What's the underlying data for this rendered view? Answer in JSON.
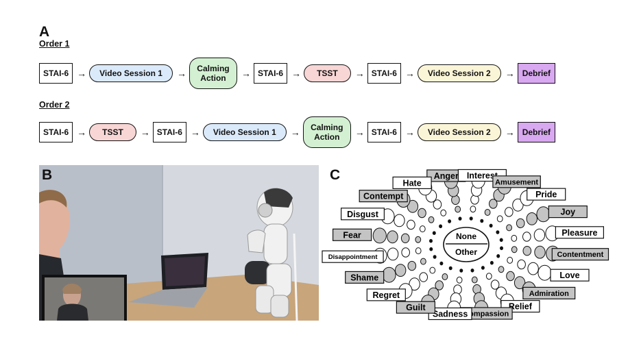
{
  "panels": {
    "a": "A",
    "b": "B",
    "c": "C"
  },
  "flow": {
    "order1": {
      "title": "Order 1",
      "steps": [
        {
          "label": "STAI-6",
          "kind": "stai"
        },
        {
          "label": "Video Session 1",
          "kind": "video"
        },
        {
          "label": "Calming Action",
          "kind": "calm"
        },
        {
          "label": "STAI-6",
          "kind": "stai"
        },
        {
          "label": "TSST",
          "kind": "tsst"
        },
        {
          "label": "STAI-6",
          "kind": "stai"
        },
        {
          "label": "Video Session 2",
          "kind": "video2"
        },
        {
          "label": "Debrief",
          "kind": "debrief"
        }
      ]
    },
    "order2": {
      "title": "Order 2",
      "steps": [
        {
          "label": "STAI-6",
          "kind": "stai"
        },
        {
          "label": "TSST",
          "kind": "tsst"
        },
        {
          "label": "STAI-6",
          "kind": "stai"
        },
        {
          "label": "Video Session 1",
          "kind": "video"
        },
        {
          "label": "Calming Action",
          "kind": "calm"
        },
        {
          "label": "STAI-6",
          "kind": "stai"
        },
        {
          "label": "Video Session 2",
          "kind": "video2"
        },
        {
          "label": "Debrief",
          "kind": "debrief"
        }
      ]
    },
    "arrow_glyph": "→"
  },
  "wheel": {
    "center_top": "None",
    "center_bottom": "Other",
    "emotions": [
      {
        "label": "Anger",
        "shaded": true
      },
      {
        "label": "Interest",
        "shaded": false
      },
      {
        "label": "Amusement",
        "shaded": true
      },
      {
        "label": "Pride",
        "shaded": false
      },
      {
        "label": "Joy",
        "shaded": true
      },
      {
        "label": "Pleasure",
        "shaded": false
      },
      {
        "label": "Contentment",
        "shaded": true
      },
      {
        "label": "Love",
        "shaded": false
      },
      {
        "label": "Admiration",
        "shaded": true
      },
      {
        "label": "Relief",
        "shaded": false
      },
      {
        "label": "Compassion",
        "shaded": true
      },
      {
        "label": "Sadness",
        "shaded": false
      },
      {
        "label": "Guilt",
        "shaded": true
      },
      {
        "label": "Regret",
        "shaded": false
      },
      {
        "label": "Shame",
        "shaded": true
      },
      {
        "label": "Disappointment",
        "shaded": false
      },
      {
        "label": "Fear",
        "shaded": true
      },
      {
        "label": "Disgust",
        "shaded": false
      },
      {
        "label": "Contempt",
        "shaded": true
      },
      {
        "label": "Hate",
        "shaded": false
      }
    ]
  },
  "colors": {
    "video": "#dbeafa",
    "video2": "#fbf5d8",
    "tsst": "#f8d6d6",
    "calm": "#d4f0d2",
    "debrief": "#d8a8f0",
    "shaded": "#c4c4c4"
  }
}
